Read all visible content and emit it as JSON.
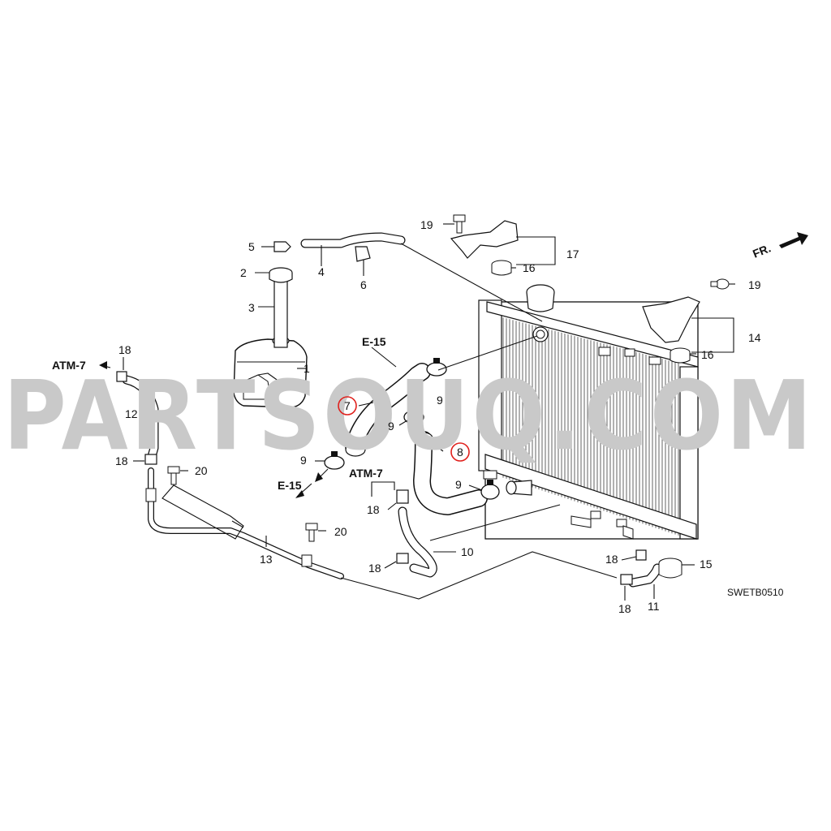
{
  "watermark": "PARTSOUQ.COM",
  "diagram_code": "SWETB0510",
  "direction_label": "FR.",
  "parts": {
    "p1": "1",
    "p2": "2",
    "p3": "3",
    "p4": "4",
    "p5": "5",
    "p6": "6",
    "p7": "7",
    "p8": "8",
    "p9a": "9",
    "p9b": "9",
    "p9c": "9",
    "p9d": "9",
    "p10": "10",
    "p11": "11",
    "p12": "12",
    "p13": "13",
    "p14": "14",
    "p15": "15",
    "p16a": "16",
    "p16b": "16",
    "p17": "17",
    "p18a": "18",
    "p18b": "18",
    "p18c": "18",
    "p18d": "18",
    "p18e": "18",
    "p18f": "18",
    "p19a": "19",
    "p19b": "19",
    "p20a": "20",
    "p20b": "20"
  },
  "highlighted_parts": [
    "7",
    "8"
  ],
  "references": {
    "e15_top": "E-15",
    "e15_bottom": "E-15",
    "atm7_left": "ATM-7",
    "atm7_mid": "ATM-7"
  },
  "colors": {
    "highlight": "#e0201c",
    "watermark": "#c9c9c9",
    "line": "#111111"
  }
}
